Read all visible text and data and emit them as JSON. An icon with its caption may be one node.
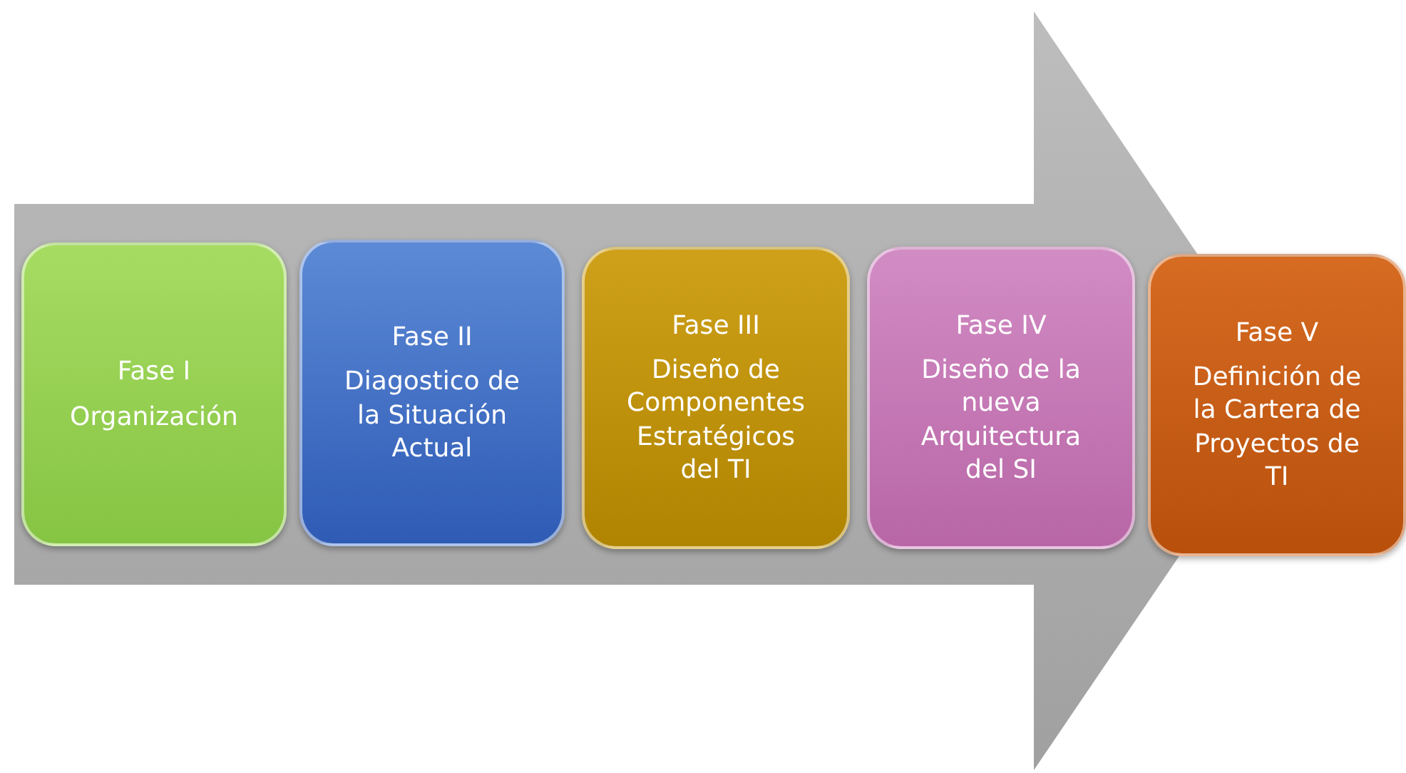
{
  "diagram": {
    "nodes": [
      {
        "text": [
          "Fase I",
          "Organización"
        ]
      },
      {
        "text": [
          "Fase II",
          "Diagostico de la Situación Actual"
        ]
      },
      {
        "text": [
          "Fase III",
          "Diseño de Componentes Estratégicos del TI"
        ]
      },
      {
        "text": [
          "Fase IV",
          "Diseño de la nueva Arquitectura del SI"
        ]
      },
      {
        "text": [
          "Fase V",
          "Definición de la Cartera de Proyectos de TI"
        ]
      }
    ],
    "edges": [
      {
        "from": 0,
        "to": 4,
        "arrow": "to"
      }
    ]
  }
}
